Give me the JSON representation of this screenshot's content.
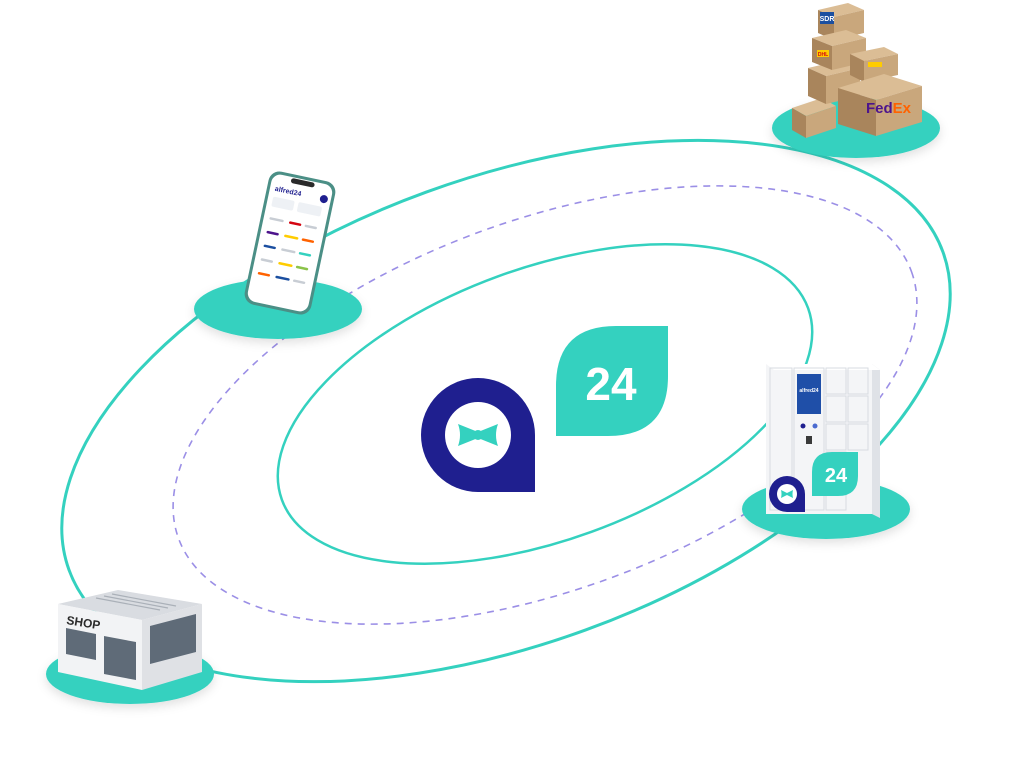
{
  "colors": {
    "teal": "#34d1bf",
    "teal_dark": "#26b3a3",
    "navy": "#1f1f8f",
    "lavender": "#9b8fe6",
    "box": "#c9a77c",
    "box_dark": "#a9855c",
    "box_light": "#dbbd95",
    "fedex_purple": "#4d148c",
    "fedex_orange": "#ff6200",
    "dhl_yellow": "#ffcc00",
    "dhl_red": "#d40511",
    "sdr_blue": "#1b4fa0",
    "locker_white": "#f4f5f7",
    "locker_line": "#d7dbe1",
    "shop_wall": "#f2f3f5",
    "shop_glass": "#5f6b78"
  },
  "center_logo": {
    "badge_text": "24",
    "icon_name": "pin-bowtie-icon"
  },
  "nodes": {
    "parcels": {
      "fedex_label": {
        "fed": "Fed",
        "ex": "Ex"
      },
      "dhl_label": "DHL",
      "sdr_label": "SDR"
    },
    "phone": {
      "app_brand": "alfred24",
      "icon_name": "smartphone-icon"
    },
    "locker": {
      "badge_text": "24",
      "screen_brand": "alfred24",
      "icon_name": "locker-icon"
    },
    "shop": {
      "sign_text": "SHOP",
      "icon_name": "shop-building-icon"
    }
  }
}
